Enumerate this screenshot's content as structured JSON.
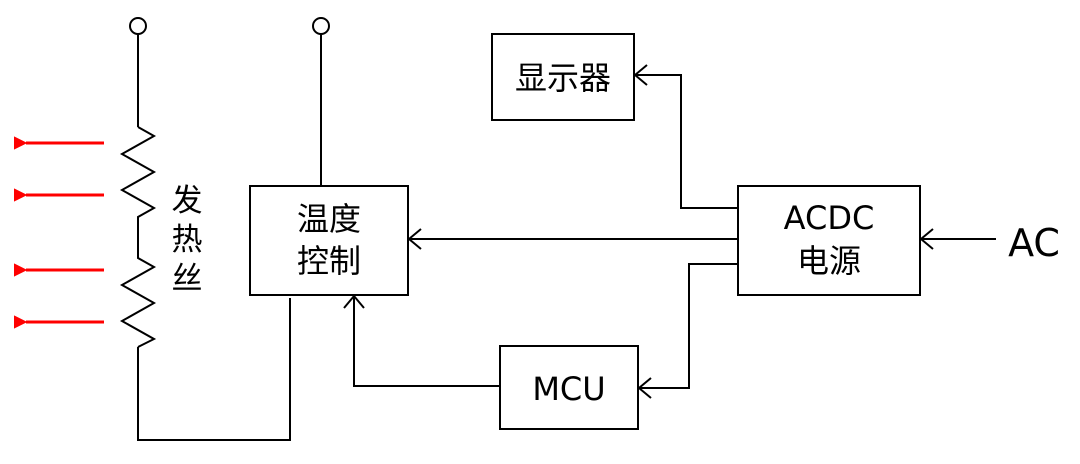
{
  "heater": {
    "label_chars": [
      "发",
      "热",
      "丝"
    ]
  },
  "blocks": {
    "display": {
      "label": "显示器"
    },
    "temp_control": {
      "line1": "温度",
      "line2": "控制"
    },
    "power": {
      "line1": "ACDC",
      "line2": "电源"
    },
    "mcu": {
      "label": "MCU"
    }
  },
  "input": {
    "label": "AC"
  },
  "colors": {
    "line": "#000000",
    "heat_arrow": "#ff0000",
    "background": "#ffffff"
  }
}
